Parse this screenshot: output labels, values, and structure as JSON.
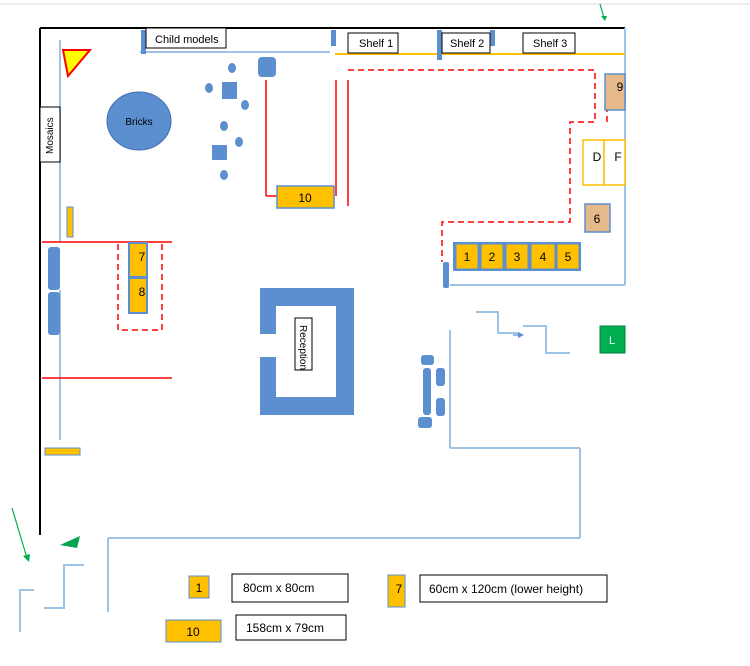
{
  "labels": {
    "child_models": "Child models",
    "shelf1": "Shelf 1",
    "shelf2": "Shelf 2",
    "shelf3": "Shelf 3",
    "mosaics": "Mosaics",
    "bricks": "Bricks",
    "reception": "Reception",
    "d": "D",
    "f": "F",
    "l": "L"
  },
  "tables": {
    "t1": "1",
    "t2": "2",
    "t3": "3",
    "t4": "4",
    "t5": "5",
    "t6": "6",
    "t7": "7",
    "t8": "8",
    "t9": "9",
    "t10": "10"
  },
  "legend": {
    "key1_num": "1",
    "key1_size": "80cm x 80cm",
    "key7_num": "7",
    "key7_size": "60cm x 120cm (lower height)",
    "key10_num": "10",
    "key10_size": "158cm x 79cm"
  },
  "colors": {
    "table": "#ffc000",
    "furniture": "#5b8fd0",
    "wall": "#9dc3e6",
    "barrier": "#ff0000",
    "exit": "#00b050"
  }
}
